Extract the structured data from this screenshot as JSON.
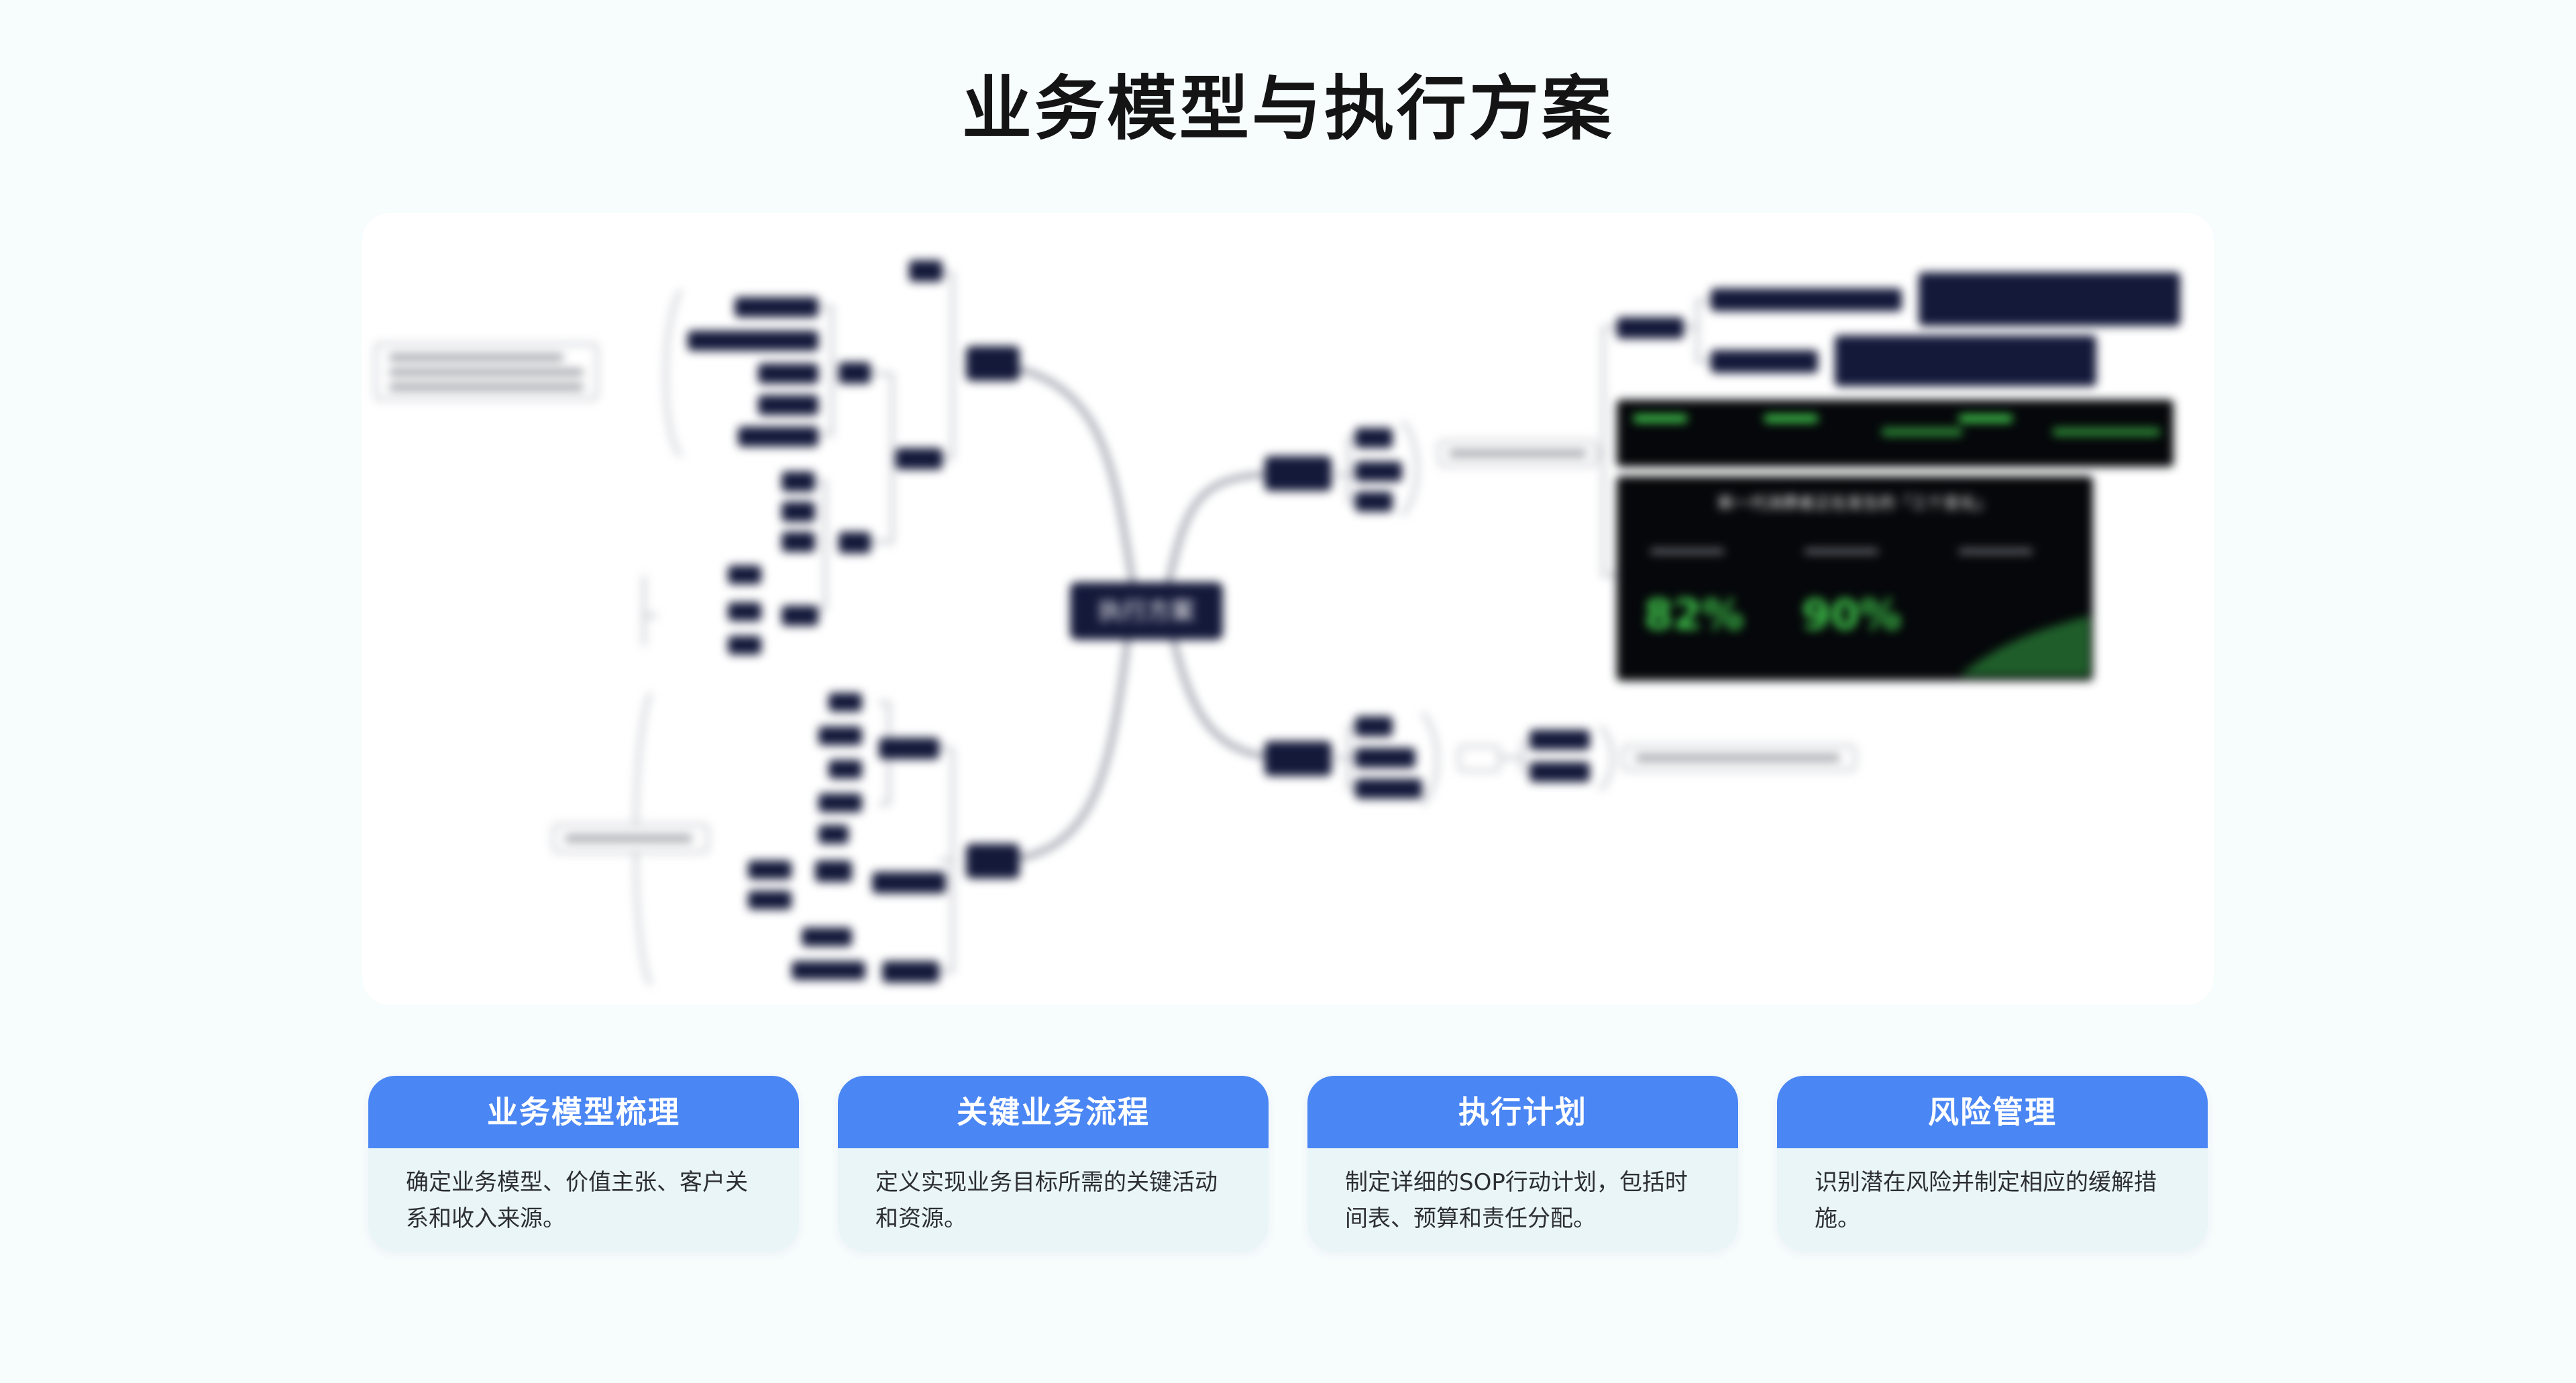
{
  "page": {
    "title": "业务模型与执行方案"
  },
  "mindmap": {
    "central_node": "执行方案",
    "dashboard": {
      "heading": "新一代消费者正在发生的「三个变化」",
      "stat_1": "82%",
      "stat_2": "90%"
    }
  },
  "cards": [
    {
      "title": "业务模型梳理",
      "description": "确定业务模型、价值主张、客户关系和收入来源。"
    },
    {
      "title": "关键业务流程",
      "description": "定义实现业务目标所需的关键活动和资源。"
    },
    {
      "title": "执行计划",
      "description": "制定详细的SOP行动计划，包括时间表、预算和责任分配。"
    },
    {
      "title": "风险管理",
      "description": "识别潜在风险并制定相应的缓解措施。"
    }
  ],
  "colors": {
    "background": "#f7fcfd",
    "card_header": "#4a86f4",
    "card_body": "#e9f5f7",
    "mindmap_node": "#14193a",
    "dashboard_green": "#3ec24a"
  }
}
